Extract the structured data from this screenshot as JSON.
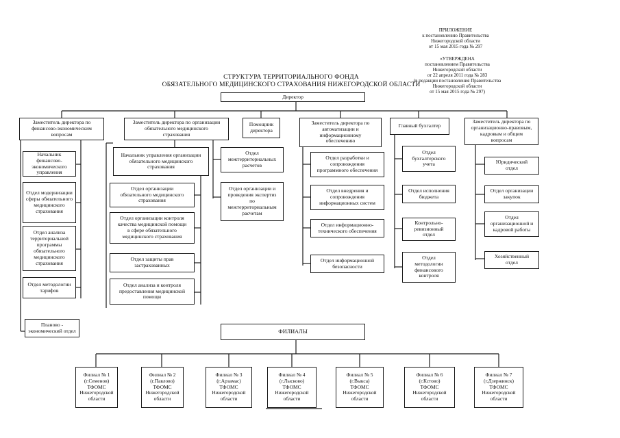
{
  "header": {
    "prilozhenie": "ПРИЛОЖЕНИЕ\nк постановлению Правительства\nНижегородской области\nот 15 мая 2015 года № 297",
    "utverzhdena": "«УТВЕРЖДЕНА\nпостановлением Правительства\nНижегородской области\nот 22 апреля 2011 года № 283\n(в редакции постановления Правительства\nНижегородской области\nот 15 мая 2015 года № 297)"
  },
  "title": "СТРУКТУРА ТЕРРИТОРИАЛЬНОГО ФОНДА\nОБЯЗАТЕЛЬНОГО МЕДИЦИНСКОГО СТРАХОВАНИЯ НИЖЕГОРОДСКОЙ ОБЛАСТИ",
  "director": "Директор",
  "deputies": {
    "fin": "Заместитель директора по\nфинансово-экономическим\nвопросам",
    "oms": "Заместитель директора по организации\nобязательного медицинского\nстрахования",
    "pomosh": "Помощник\nдиректора",
    "auto": "Заместитель директора по\nавтоматизации и\nинформационному\nобеспечению",
    "buh": "Главный бухгалтер",
    "org": "Заместитель директора по\nорганизационно-правовым,\nкадровым и общим\nвопросам"
  },
  "fin_units": [
    "Начальник финансово-\nэкономического\nуправления",
    "Отдел модернизации\nсферы обязательного\nмедицинского\nстрахования",
    "Отдел анализа\nтерриториальной\nпрограммы\nобязательного\nмедицинского\nстрахования",
    "Отдел методологии\nтарифов",
    "Планово -\nэкономический отдел"
  ],
  "oms_head": "Начальник управления организации\nобязательного медицинского\nстрахования",
  "oms_units": [
    "Отдел организации\nобязательного медицинского\nстрахования",
    "Отдел организации контроля\nкачества медицинской помощи\nв сфере обязательного\nмедицинского страхования",
    "Отдел защиты прав\nзастрахованных",
    "Отдел анализа и контроля\nпредоставления медицинской\nпомощи"
  ],
  "oms_side": [
    "Отдел\nмежтерриториальных\nрасчетов",
    "Отдел организации и\nпроведения экспертиз\nпо\nмежтерриториальным\nрасчетам"
  ],
  "auto_units": [
    "Отдел разработки и\nсопровождения\nпрограммного обеспечения",
    "Отдел внедрения и\nсопровождения\nинформационных систем",
    "Отдел информационно-\nтехнического обеспечения",
    "Отдел информационной\nбезопасности"
  ],
  "buh_units": [
    "Отдел\nбухгалтерского\nучета",
    "Отдел исполнения\nбюджета",
    "Контрольно-\nревизионный\nотдел",
    "Отдел\nметодологии\nфинансового\nконтроля"
  ],
  "org_units": [
    "Юридический\nотдел",
    "Отдел организации\nзакупок",
    "Отдел\nорганизационной и\nкадровой работы",
    "Хозяйственный\nотдел"
  ],
  "filialy": "ФИЛИАЛЫ",
  "branches": [
    "Филиал № 1\n(г.Семенов)\nТФОМС\nНижегородской\nобласти",
    "Филиал № 2\n(г.Павлово)\nТФОМС\nНижегородской\nобласти",
    "Филиал № 3\n(г.Арзамас)\nТФОМС\nНижегородской\nобласти",
    "Филиал № 4\n(г.Лысково)\nТФОМС\nНижегородской\nобласти",
    "Филиал № 5\n(г.Выкса)\nТФОМС\nНижегородской\nобласти",
    "Филиал № 6\n(г.Кстово)\nТФОМС\nНижегородской\nобласти",
    "Филиал № 7\n(г.Дзержинск)\nТФОМС\nНижегородской\nобласти"
  ]
}
